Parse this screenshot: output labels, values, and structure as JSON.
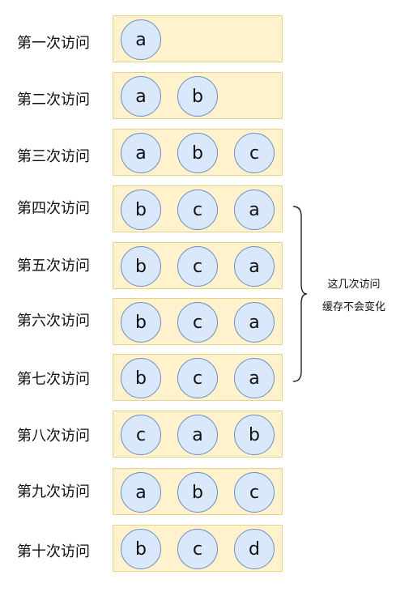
{
  "rows": [
    {
      "label": "第一次访问",
      "items": [
        "a"
      ]
    },
    {
      "label": "第二次访问",
      "items": [
        "a",
        "b"
      ]
    },
    {
      "label": "第三次访问",
      "items": [
        "a",
        "b",
        "c"
      ]
    },
    {
      "label": "第四次访问",
      "items": [
        "b",
        "c",
        "a"
      ]
    },
    {
      "label": "第五次访问",
      "items": [
        "b",
        "c",
        "a"
      ]
    },
    {
      "label": "第六次访问",
      "items": [
        "b",
        "c",
        "a"
      ]
    },
    {
      "label": "第七次访问",
      "items": [
        "b",
        "c",
        "a"
      ]
    },
    {
      "label": "第八次访问",
      "items": [
        "c",
        "a",
        "b"
      ]
    },
    {
      "label": "第九次访问",
      "items": [
        "a",
        "b",
        "c"
      ]
    },
    {
      "label": "第十次访问",
      "items": [
        "b",
        "c",
        "d"
      ]
    }
  ],
  "annotation": {
    "line1": "这几次访问",
    "line2": "缓存不会变化"
  },
  "colors": {
    "box_fill": "#fff2cc",
    "box_border": "#e8d28a",
    "circle_fill": "#dae8fc",
    "circle_border": "#6c8ebf"
  }
}
